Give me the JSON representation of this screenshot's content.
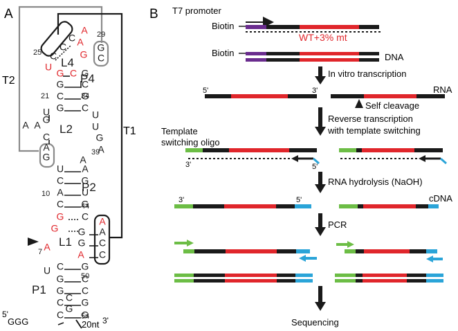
{
  "panel_a": {
    "label": "A",
    "bases": [
      {
        "t": "A",
        "red": true
      },
      {
        "t": "C",
        "red": false
      },
      {
        "t": "C",
        "red": false
      },
      {
        "t": "C",
        "red": false
      },
      {
        "t": "U",
        "red": true
      },
      {
        "t": "A",
        "red": true
      },
      {
        "t": "G",
        "red": true
      },
      {
        "t": "G",
        "red": false
      },
      {
        "t": "C",
        "red": false
      },
      {
        "t": "C",
        "red": true
      },
      {
        "t": "G",
        "red": true
      },
      {
        "t": "G",
        "red": false
      },
      {
        "t": "G",
        "red": false
      },
      {
        "t": "C",
        "red": false
      },
      {
        "t": "C",
        "red": false
      },
      {
        "t": "G",
        "red": false
      },
      {
        "t": "G",
        "red": false
      },
      {
        "t": "C",
        "red": false
      },
      {
        "t": "U",
        "red": false
      },
      {
        "t": "G",
        "red": false
      },
      {
        "t": "A",
        "red": false
      },
      {
        "t": "A",
        "red": false
      },
      {
        "t": "C",
        "red": false
      },
      {
        "t": "U",
        "red": false
      },
      {
        "t": "U",
        "red": false
      },
      {
        "t": "G",
        "red": false
      },
      {
        "t": "A",
        "red": false
      },
      {
        "t": "A",
        "red": false
      },
      {
        "t": "A",
        "red": false
      },
      {
        "t": "G",
        "red": false
      },
      {
        "t": "U",
        "red": false
      },
      {
        "t": "A",
        "red": false
      },
      {
        "t": "C",
        "red": false
      },
      {
        "t": "G",
        "red": false
      },
      {
        "t": "A",
        "red": false
      },
      {
        "t": "U",
        "red": false
      },
      {
        "t": "C",
        "red": false
      },
      {
        "t": "G",
        "red": false
      },
      {
        "t": "G",
        "red": true
      },
      {
        "t": "C",
        "red": false
      },
      {
        "t": "A",
        "red": true
      },
      {
        "t": "G",
        "red": true
      },
      {
        "t": "A",
        "red": true
      },
      {
        "t": "A",
        "red": false
      },
      {
        "t": "G",
        "red": false
      },
      {
        "t": "C",
        "red": false
      },
      {
        "t": "G",
        "red": false
      },
      {
        "t": "C",
        "red": false
      },
      {
        "t": "A",
        "red": true
      },
      {
        "t": "U",
        "red": false
      },
      {
        "t": "C",
        "red": false
      },
      {
        "t": "G",
        "red": false
      },
      {
        "t": "G",
        "red": false
      },
      {
        "t": "C",
        "red": false
      },
      {
        "t": "G",
        "red": false
      },
      {
        "t": "C",
        "red": false
      },
      {
        "t": "C",
        "red": false
      },
      {
        "t": "G",
        "red": false
      },
      {
        "t": "C",
        "red": false
      },
      {
        "t": "G",
        "red": false
      },
      {
        "t": "C",
        "red": false
      },
      {
        "t": "G",
        "red": false
      }
    ],
    "numbers": [
      "29",
      "25",
      "21",
      "34",
      "39",
      "10",
      "44",
      "7",
      "50",
      "54"
    ],
    "regions": [
      "L4",
      "P4",
      "L2",
      "P2",
      "L1",
      "P1"
    ],
    "pseudoknots": [
      "T2",
      "T1"
    ],
    "five_prime": "5'",
    "five_prime_seq": "GGG",
    "three_prime_tail": "20nt",
    "three_prime": "3'"
  },
  "panel_b": {
    "label": "B",
    "t7_promoter": "T7 promoter",
    "biotin_1": "Biotin",
    "wt_label": "WT+3% mt",
    "biotin_2": "Biotin",
    "dna_label": "DNA",
    "step_transcription": "In vitro transcription",
    "rna_5prime": "5'",
    "rna_3prime": "3'",
    "rna_label": "RNA",
    "self_cleavage": "Self cleavage",
    "step_rt_line1": "Reverse transcription",
    "step_rt_line2": "with template switching",
    "tso_line1": "Template",
    "tso_line2": "switching oligo",
    "rt_3prime": "3'",
    "rt_5prime": "5'",
    "step_hydrolysis": "RNA hydrolysis (NaOH)",
    "cdna_3prime": "3'",
    "cdna_5prime": "5'",
    "cdna_label": "cDNA",
    "step_pcr": "PCR",
    "step_seq": "Sequencing"
  },
  "colors": {
    "black": "#1a1a1a",
    "red": "#e0262b",
    "purple": "#6a2c8e",
    "green": "#6cbd45",
    "blue": "#2aa4d8",
    "grey": "#8a8a8a"
  }
}
